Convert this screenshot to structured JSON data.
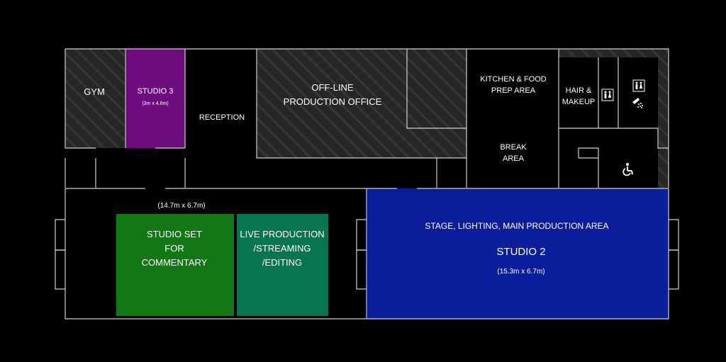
{
  "colors": {
    "background": "#000000",
    "wall": "#cfcfcf",
    "hatched_room": "#2a2a2a",
    "studio3": "#6d0c7c",
    "studio_set": "#127814",
    "live_production": "#067550",
    "studio2": "#0a1e9c"
  },
  "rooms": {
    "gym": "GYM",
    "studio3": {
      "name": "STUDIO 3",
      "size": "(3m x 4.6m)"
    },
    "reception": "RECEPTION",
    "offline_office": {
      "line1": "OFF-LINE",
      "line2": "PRODUCTION OFFICE"
    },
    "kitchen": {
      "line1": "KITCHEN & FOOD",
      "line2": "PREP AREA"
    },
    "break_area": {
      "line1": "BREAK",
      "line2": "AREA"
    },
    "hair_makeup": {
      "line1": "HAIR &",
      "line2": "MAKEUP"
    },
    "studio1_size": "(14.7m x 6.7m)",
    "studio_set": {
      "line1": "STUDIO SET",
      "line2": "FOR",
      "line3": "COMMENTARY"
    },
    "live_production": {
      "line1": "LIVE PRODUCTION",
      "line2": "/STREAMING",
      "line3": "/EDITING"
    },
    "studio2": {
      "caption": "STAGE, LIGHTING, MAIN PRODUCTION AREA",
      "name": "STUDIO 2",
      "size": "(15.3m x 6.7m)"
    }
  },
  "icons": [
    "restroom-icon",
    "restroom-icon",
    "shower-icon",
    "wheelchair-accessible-icon"
  ]
}
